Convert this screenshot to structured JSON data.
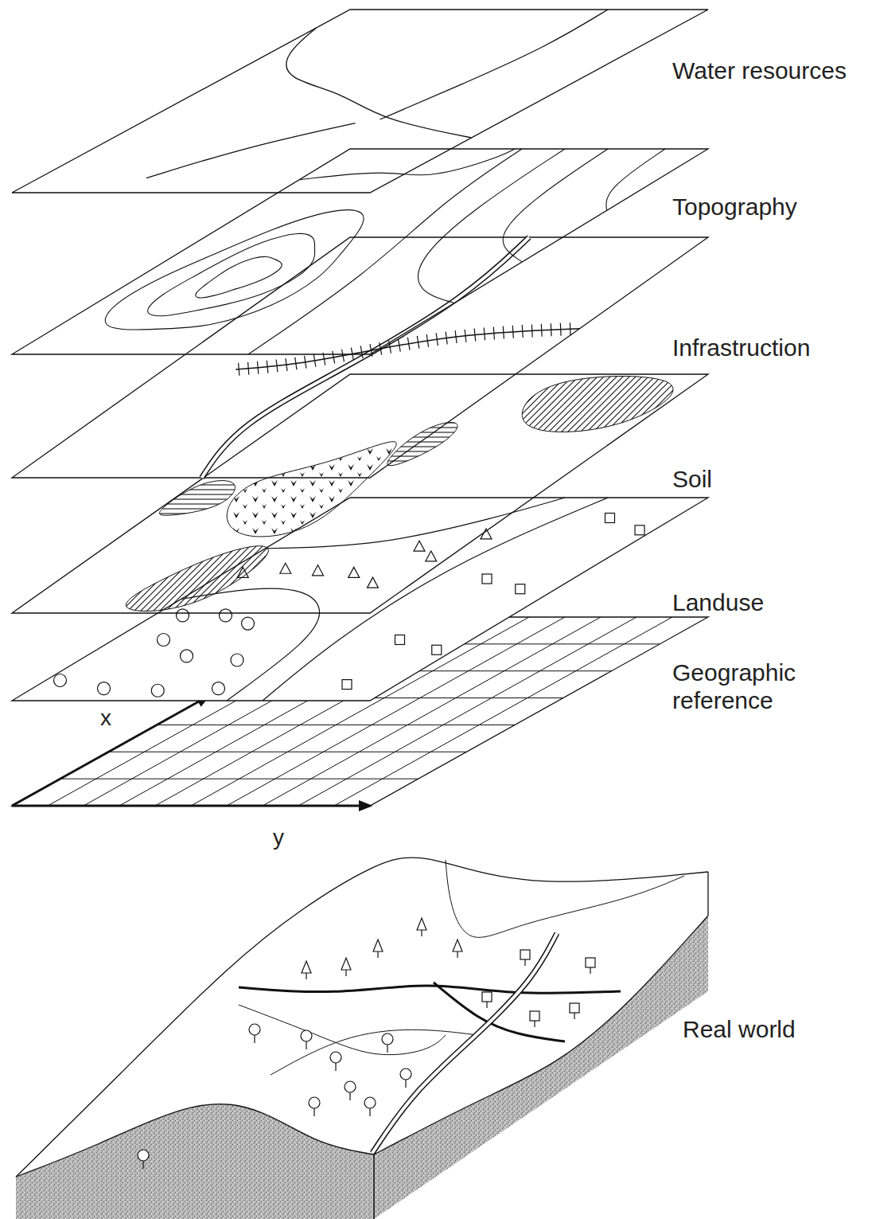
{
  "diagram": {
    "labels": [
      "Water resources",
      "Topography",
      "Infrastruction",
      "Soil",
      "Landuse",
      "Geographic reference",
      "x",
      "y",
      "Real world"
    ]
  }
}
